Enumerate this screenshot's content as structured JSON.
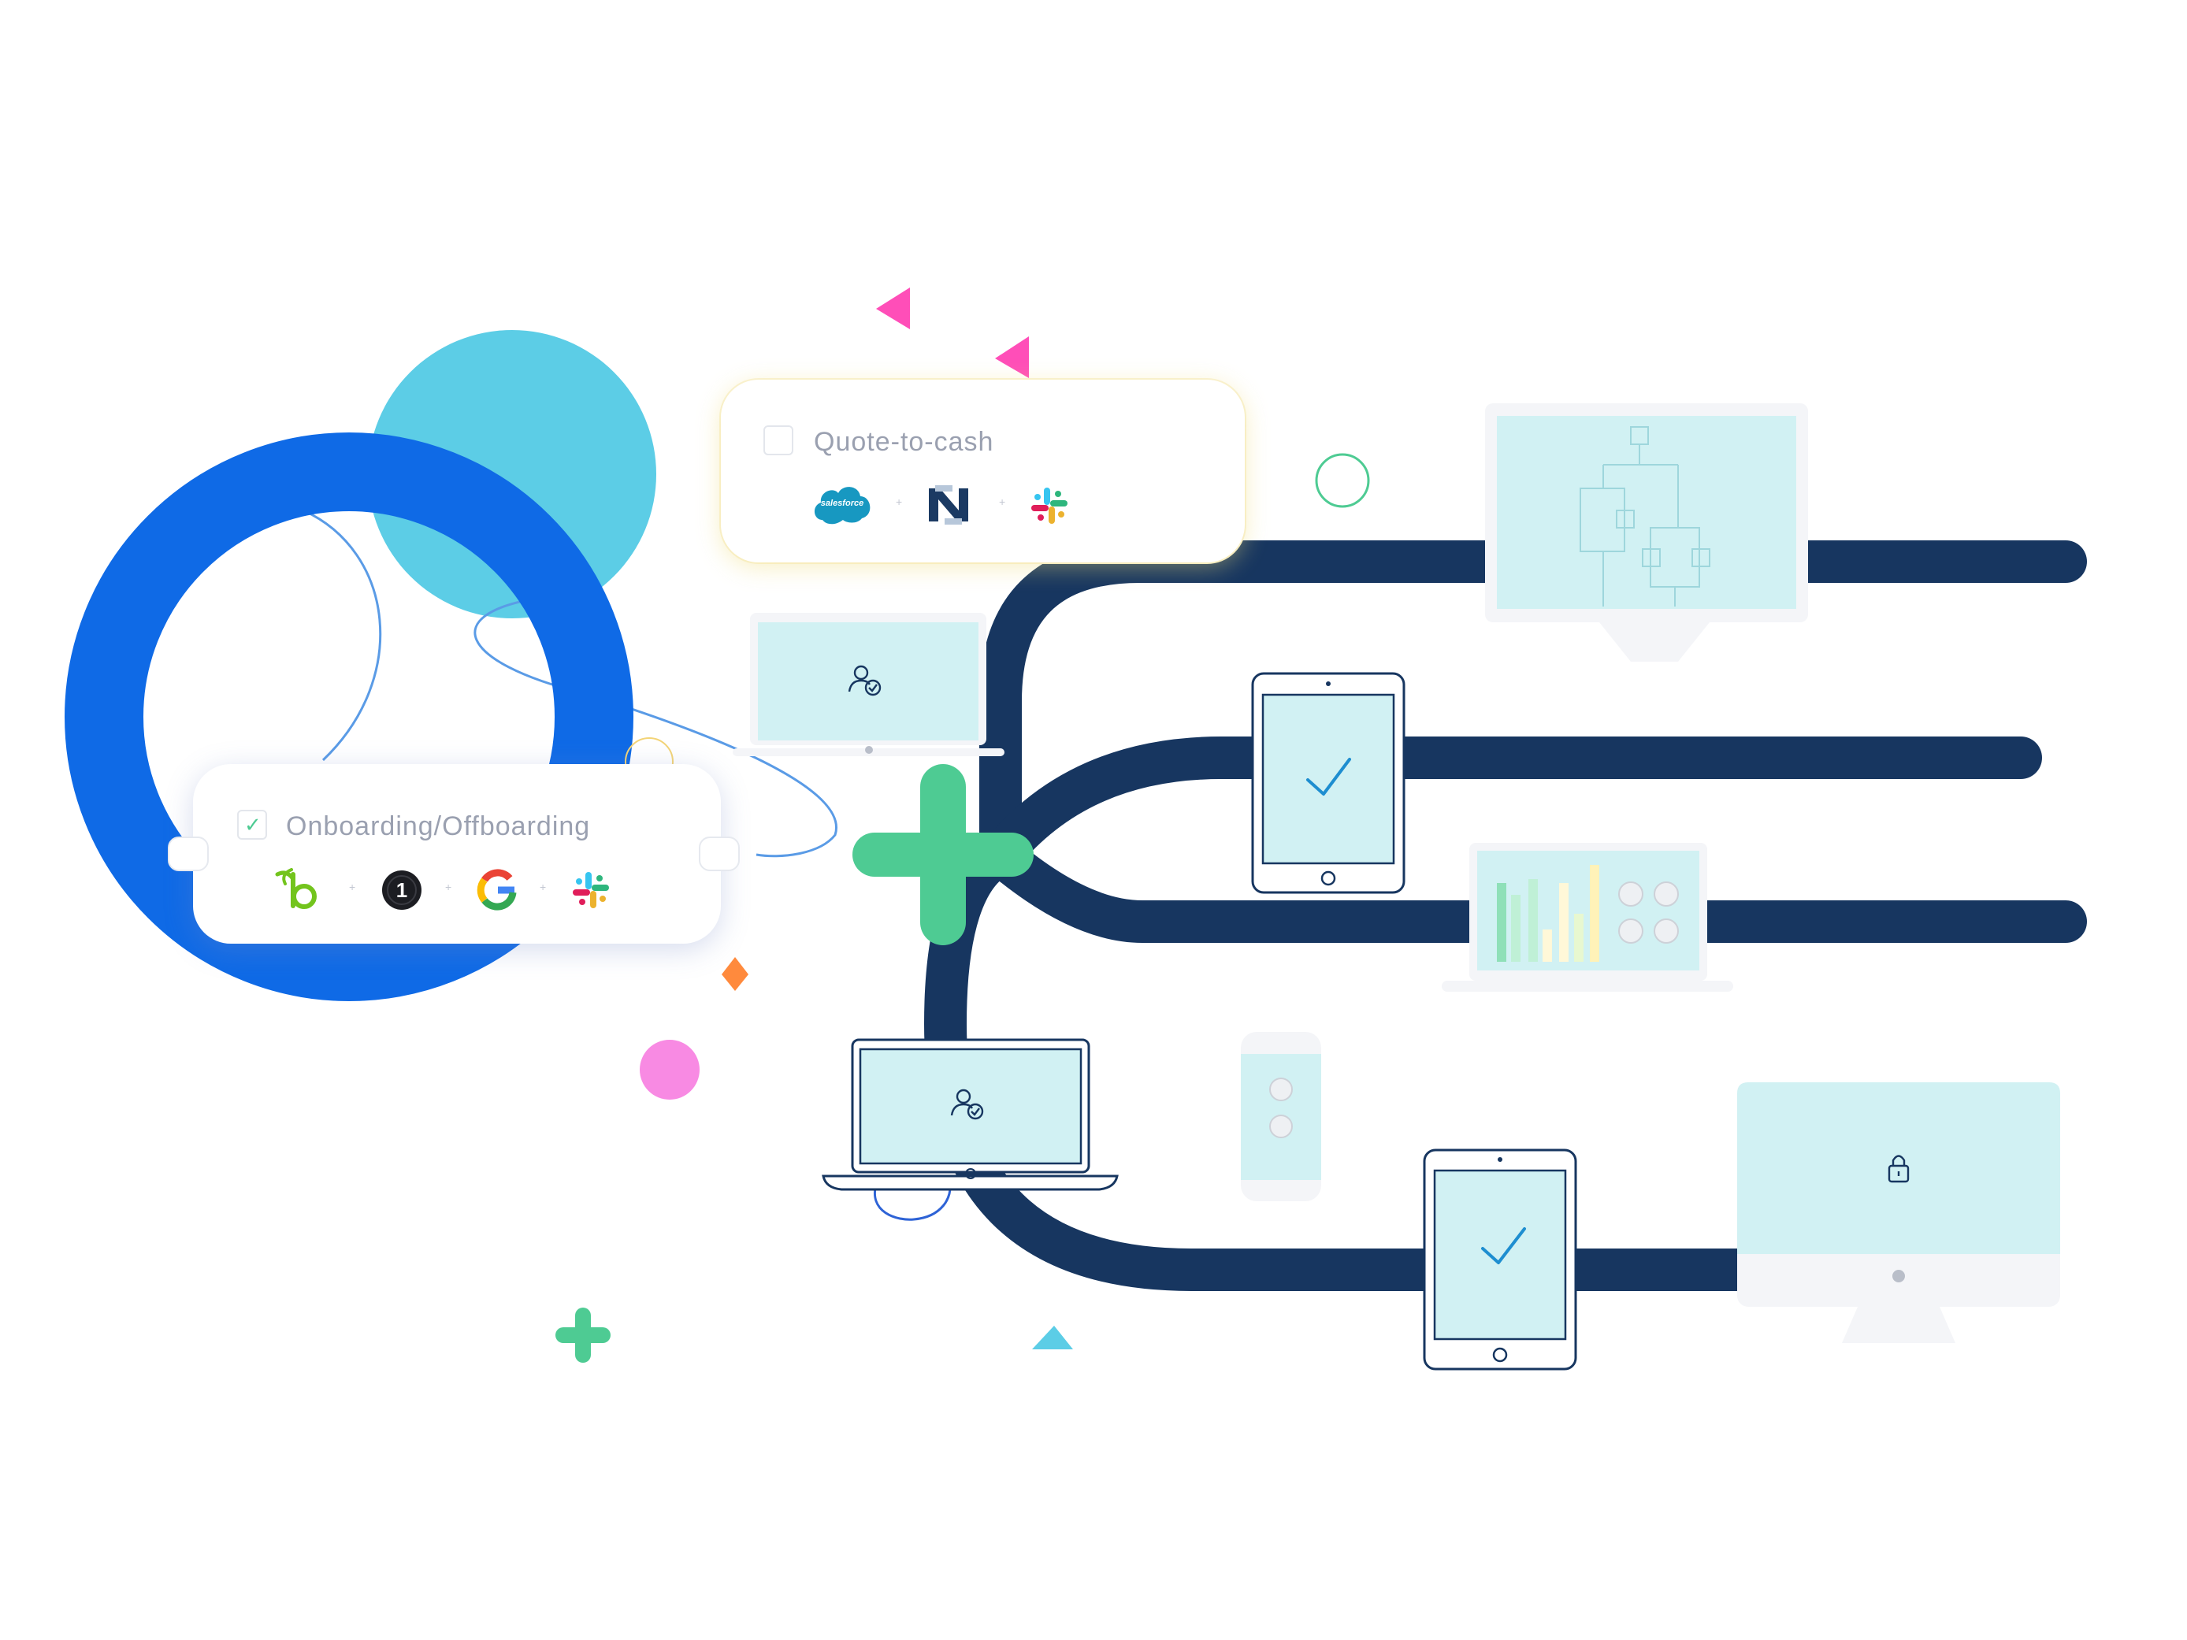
{
  "cards": {
    "quote": {
      "title": "Quote-to-cash",
      "checked": false,
      "apps": [
        "salesforce-logo",
        "netsuite-logo",
        "slack-logo"
      ],
      "salesforce_wordmark": "salesforce",
      "netsuite_mark": "N"
    },
    "onboarding": {
      "title": "Onboarding/Offboarding",
      "checked": true,
      "apps": [
        "bamboohr-logo",
        "1password-logo",
        "google-logo",
        "slack-logo"
      ],
      "onepassword_mark": "1",
      "google_mark": "G"
    }
  },
  "icons": {
    "check": "check-icon",
    "user_check": "user-check-icon",
    "lock": "lock-icon",
    "plus": "plus-icon"
  },
  "colors": {
    "navy_track": "#173660",
    "blue_ring": "#0f6ae6",
    "cyan_circle": "#5ccde6",
    "screen_fill": "#d1f1f3",
    "green_plus": "#4ecb93",
    "pink": "#ff4eb8",
    "pink_circle": "#f88ae3",
    "orange": "#ff8a3d"
  }
}
